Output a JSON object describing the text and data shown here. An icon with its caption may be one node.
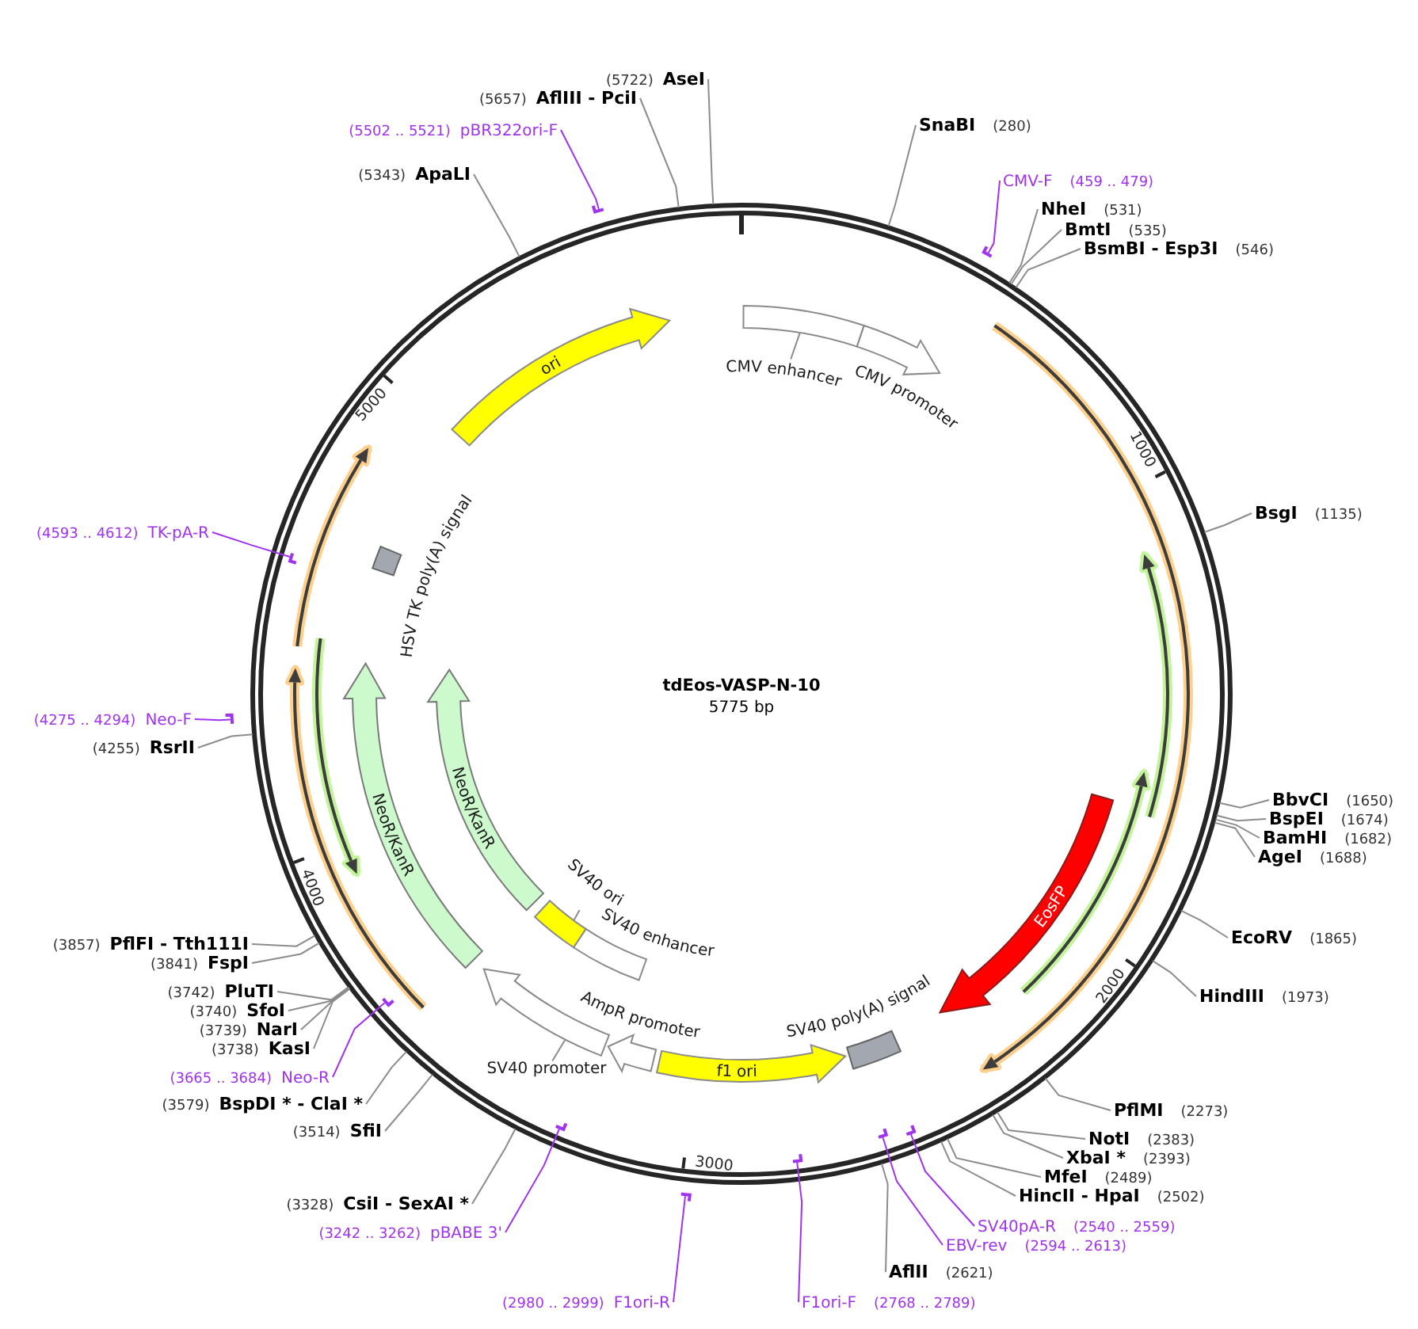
{
  "diagram": {
    "title": "tdEos-VASP-N-10",
    "nodes": [
      {
        "text": [
          "(5343)",
          "ApaLI"
        ]
      },
      {
        "text": [
          "(5502 .. 5521)",
          "pBR322ori-F"
        ]
      },
      {
        "text": [
          "(5657)",
          "AflIII - PciI"
        ]
      },
      {
        "text": [
          "(5722)",
          "AseI"
        ]
      },
      {
        "text": [
          "SnaBI",
          "(280)"
        ]
      },
      {
        "text": [
          "CMV-F",
          "(459 .. 479)"
        ]
      },
      {
        "text": [
          "NheI",
          "(531)"
        ]
      },
      {
        "text": [
          "BmtI",
          "(535)"
        ]
      },
      {
        "text": [
          "BsmBI - Esp3I",
          "(546)"
        ]
      },
      {
        "text": [
          "BsgI",
          "(1135)"
        ]
      },
      {
        "text": [
          "BbvCI",
          "(1650)"
        ]
      },
      {
        "text": [
          "BspEI",
          "(1674)"
        ]
      },
      {
        "text": [
          "BamHI",
          "(1682)"
        ]
      },
      {
        "text": [
          "AgeI",
          "(1688)"
        ]
      },
      {
        "text": [
          "EcoRV",
          "(1865)"
        ]
      },
      {
        "text": [
          "HindIII",
          "(1973)"
        ]
      },
      {
        "text": [
          "PflMI",
          "(2273)"
        ]
      },
      {
        "text": [
          "NotI",
          "(2383)"
        ]
      },
      {
        "text": [
          "XbaI *",
          "(2393)"
        ]
      },
      {
        "text": [
          "MfeI",
          "(2489)"
        ]
      },
      {
        "text": [
          "HincII - HpaI",
          "(2502)"
        ]
      },
      {
        "text": [
          "SV40pA-R",
          "(2540 .. 2559)"
        ]
      },
      {
        "text": [
          "EBV-rev",
          "(2594 .. 2613)"
        ]
      },
      {
        "text": [
          "AflII",
          "(2621)"
        ]
      },
      {
        "text": [
          "F1ori-F",
          "(2768 .. 2789)"
        ]
      },
      {
        "text": [
          "(2980 .. 2999)",
          "F1ori-R"
        ]
      },
      {
        "text": [
          "(3242 .. 3262)",
          "pBABE 3'"
        ]
      },
      {
        "text": [
          "(3328)",
          "CsiI - SexAI *"
        ]
      },
      {
        "text": [
          "(3514)",
          "SfiI"
        ]
      },
      {
        "text": [
          "(3579)",
          "BspDI * - ClaI *"
        ]
      },
      {
        "text": [
          "(3665 .. 3684)",
          "Neo-R"
        ]
      },
      {
        "text": [
          "(3738)",
          "KasI"
        ]
      },
      {
        "text": [
          "(3739)",
          "NarI"
        ]
      },
      {
        "text": [
          "(3740)",
          "SfoI"
        ]
      },
      {
        "text": [
          "(3742)",
          "PluTI"
        ]
      },
      {
        "text": [
          "(3841)",
          "FspI"
        ]
      },
      {
        "text": [
          "(3857)",
          "PflFI - Tth111I"
        ]
      },
      {
        "text": [
          "(4255)",
          "RsrII"
        ]
      },
      {
        "text": [
          "(4275 .. 4294)",
          "Neo-F"
        ]
      },
      {
        "text": [
          "(4593 .. 4612)",
          "TK-pA-R"
        ]
      },
      {
        "text": [],
        "shape": "bar"
      },
      {
        "text": [],
        "shape": "bar"
      },
      {
        "text": [],
        "shape": "bar"
      },
      {
        "text": [],
        "shape": "bar"
      },
      {
        "text": [],
        "shape": "bar"
      },
      {
        "text": [],
        "shape": "bar"
      },
      {
        "text": [],
        "shape": "bar"
      },
      {
        "text": [],
        "shape": "bar"
      },
      {
        "text": [],
        "shape": "bar"
      },
      {
        "text": [],
        "shape": "bar"
      },
      {
        "text": [
          "CMV enhancer"
        ]
      },
      {
        "text": [],
        "shape": "box"
      },
      {
        "text": [
          "CMV promoter"
        ]
      },
      {
        "text": [
          "EosFP"
        ]
      },
      {
        "text": [
          "SV40 poly(A) signal"
        ]
      },
      {
        "text": [
          "f1 ori"
        ]
      },
      {
        "text": [
          "AmpR promoter"
        ]
      },
      {
        "text": [
          "SV40 promoter"
        ]
      },
      {
        "text": [],
        "shape": "arrow"
      },
      {
        "text": [
          "SV40 enhancer"
        ]
      },
      {
        "text": [
          "SV40 ori"
        ]
      },
      {
        "text": [],
        "shape": "box"
      },
      {
        "text": [
          "NeoR/KanR"
        ]
      },
      {
        "text": [
          "NeoR/KanR"
        ]
      },
      {
        "text": [
          "HSV TK poly(A) signal"
        ]
      },
      {
        "text": [
          "ori"
        ]
      }
    ],
    "edges": [
      {
        "from": 0,
        "to": null,
        "arrow": "none"
      },
      {
        "from": 1,
        "to": 40,
        "arrow": "none",
        "color": "#a033ee"
      },
      {
        "from": 2,
        "to": null,
        "arrow": "none"
      },
      {
        "from": 3,
        "to": null,
        "arrow": "none"
      },
      {
        "from": 4,
        "to": null,
        "arrow": "none"
      },
      {
        "from": 5,
        "to": 41,
        "arrow": "none",
        "color": "#a033ee"
      },
      {
        "from": 6,
        "to": null,
        "arrow": "none"
      },
      {
        "from": 7,
        "to": null,
        "arrow": "none"
      },
      {
        "from": 8,
        "to": null,
        "arrow": "none"
      },
      {
        "from": 9,
        "to": null,
        "arrow": "none"
      },
      {
        "from": 10,
        "to": null,
        "arrow": "none"
      },
      {
        "from": 11,
        "to": null,
        "arrow": "none"
      },
      {
        "from": 12,
        "to": null,
        "arrow": "none"
      },
      {
        "from": 13,
        "to": null,
        "arrow": "none"
      },
      {
        "from": 14,
        "to": null,
        "arrow": "none"
      },
      {
        "from": 15,
        "to": null,
        "arrow": "none"
      },
      {
        "from": 16,
        "to": null,
        "arrow": "none"
      },
      {
        "from": 17,
        "to": null,
        "arrow": "none"
      },
      {
        "from": 18,
        "to": null,
        "arrow": "none"
      },
      {
        "from": 19,
        "to": null,
        "arrow": "none"
      },
      {
        "from": 20,
        "to": null,
        "arrow": "none"
      },
      {
        "from": 21,
        "to": 42,
        "arrow": "none",
        "color": "#a033ee"
      },
      {
        "from": 22,
        "to": 43,
        "arrow": "none",
        "color": "#a033ee"
      },
      {
        "from": 23,
        "to": null,
        "arrow": "none"
      },
      {
        "from": 24,
        "to": 44,
        "arrow": "none",
        "color": "#a033ee"
      },
      {
        "from": 25,
        "to": 45,
        "arrow": "none",
        "color": "#a033ee"
      },
      {
        "from": 26,
        "to": 46,
        "arrow": "none",
        "color": "#a033ee"
      },
      {
        "from": 27,
        "to": null,
        "arrow": "none"
      },
      {
        "from": 28,
        "to": null,
        "arrow": "none"
      },
      {
        "from": 29,
        "to": null,
        "arrow": "none"
      },
      {
        "from": 30,
        "to": 47,
        "arrow": "none",
        "color": "#a033ee"
      },
      {
        "from": 31,
        "to": null,
        "arrow": "none"
      },
      {
        "from": 32,
        "to": null,
        "arrow": "none"
      },
      {
        "from": 33,
        "to": null,
        "arrow": "none"
      },
      {
        "from": 34,
        "to": null,
        "arrow": "none"
      },
      {
        "from": 35,
        "to": null,
        "arrow": "none"
      },
      {
        "from": 36,
        "to": null,
        "arrow": "none"
      },
      {
        "from": 37,
        "to": null,
        "arrow": "none"
      },
      {
        "from": 38,
        "to": 48,
        "arrow": "none",
        "color": "#a033ee"
      },
      {
        "from": 39,
        "to": 49,
        "arrow": "none",
        "color": "#a033ee"
      },
      {
        "from": 50,
        "to": 51,
        "arrow": "none"
      },
      {
        "from": 57,
        "to": 58,
        "arrow": "none"
      },
      {
        "from": 60,
        "to": 61,
        "arrow": "none"
      }
    ],
    "labels": [
      "5000",
      "1000",
      "5775 bp",
      "4000",
      "2000",
      "3000"
    ]
  }
}
